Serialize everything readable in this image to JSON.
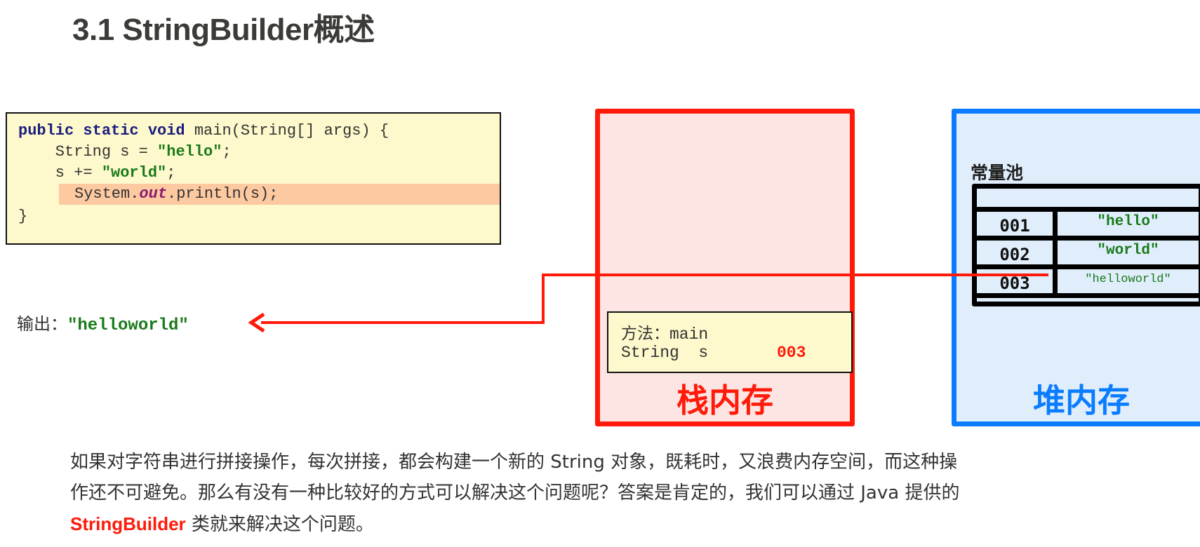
{
  "title": "3.1 StringBuilder概述",
  "code": {
    "line1": {
      "kw": "public static void",
      "rest": " main(String[] args) {"
    },
    "line2": {
      "pre": "    String s = ",
      "str": "\"hello\"",
      "post": ";"
    },
    "line3": {
      "pre": "    s += ",
      "str": "\"world\"",
      "post": ";"
    },
    "line4": {
      "pre": "System.",
      "field": "out",
      "post": ".println(s);"
    },
    "line5": "}"
  },
  "output": {
    "label": "输出：",
    "value": "\"helloworld\""
  },
  "stack": {
    "label": "栈内存",
    "frame": {
      "method_label": "方法：main",
      "var": "String  s",
      "addr": "003"
    },
    "color": "#ff1a0a"
  },
  "heap": {
    "label": "堆内存",
    "pool_label": "常量池",
    "rows": [
      {
        "addr": "001",
        "value": "\"hello\""
      },
      {
        "addr": "002",
        "value": "\"world\""
      },
      {
        "addr": "003",
        "value": "\"helloworld\""
      }
    ],
    "color": "#0a7cff"
  },
  "paragraph": {
    "line1": "如果对字符串进行拼接操作，每次拼接，都会构建一个新的 String 对象，既耗时，又浪费内存空间，而这种操",
    "line2": "作还不可避免。那么有没有一种比较好的方式可以解决这个问题呢？答案是肯定的，我们可以通过 Java 提供的",
    "highlight": "StringBuilder",
    "line3_rest": " 类就来解决这个问题。"
  }
}
